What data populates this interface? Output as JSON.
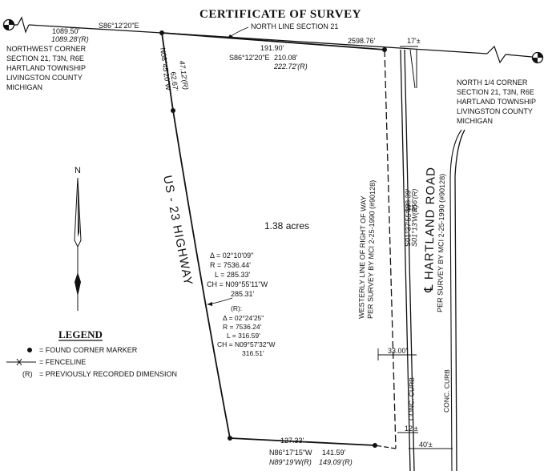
{
  "title": "CERTIFICATE OF SURVEY",
  "north_line": {
    "bearing": "S86°12'20\"E",
    "label": "NORTH LINE SECTION 21",
    "dist_left": "1089.50'",
    "dist_left_recorded": "1089.28'(R)",
    "dist_mid": "191.90'",
    "dist_total": "2598.76'",
    "bearing_lot": "S86°12'20\"E",
    "dist_lot": "210.08'",
    "dist_lot_recorded": "222.72'(R)",
    "width_17": "17'±"
  },
  "northwest_corner": {
    "lines": [
      "NORTHWEST CORNER",
      "SECTION 21, T3N, R6E",
      "HARTLAND TOWNSHIP",
      "LIVINGSTON COUNTY",
      "MICHIGAN"
    ]
  },
  "north_quarter_corner": {
    "lines": [
      "NORTH 1/4 CORNER",
      "SECTION 21, T3N, R6E",
      "HARTLAND TOWNSHIP",
      "LIVINGSTON COUNTY",
      "MICHIGAN"
    ]
  },
  "west_line": {
    "bearing": "N08°45'20\"W",
    "dist_recorded": "47.12'(R)",
    "dist": "62.67'"
  },
  "highway_label": "US - 23 HIGHWAY",
  "road_label": "℄ HARTLAND ROAD",
  "road_survey": "PER SURVEY BY MCI 2-25-1990 (#90128)",
  "row_label": "WESTERLY LINE OF RIGHT OF WAY",
  "row_survey": "PER SURVEY BY MCI 2-25-1990 (#90128)",
  "east_line": {
    "bearing": "S01°37'55\"W",
    "bearing_recorded": "S01°13'W(R)",
    "dist": "338.39'",
    "dist_recorded": "356'(R)"
  },
  "area": "1.38 acres",
  "curve": {
    "delta": "Δ = 02°10'09\"",
    "radius": "R = 7536.44'",
    "length": "L = 285.33'",
    "chord_bearing": "CH = N09°55'11\"W",
    "chord": "285.31'"
  },
  "curve_recorded": {
    "title": "(R):",
    "delta": "Δ = 02°24'25\"",
    "radius": "R = 7536.24'",
    "length": "L = 316.59'",
    "chord_bearing": "CH = N09°57'32\"W",
    "chord": "316.51'"
  },
  "south_line": {
    "dist_left": "127.33'",
    "bearing": "N86°17'15\"W",
    "dist": "141.59'",
    "bearing_recorded": "N89°19'W(R)",
    "dist_recorded": "149.09'(R)"
  },
  "road_dims": {
    "width_33": "33.00'",
    "width_12": "12'±",
    "width_40": "40'±"
  },
  "curb_label": "CONC. CURB",
  "north_arrow": "N",
  "legend": {
    "title": "LEGEND",
    "items": [
      {
        "symbol": "dot",
        "label": "= FOUND CORNER MARKER"
      },
      {
        "symbol": "fence",
        "label": "= FENCELINE"
      },
      {
        "symbol": "R",
        "label": "= PREVIOUSLY RECORDED DIMENSION"
      }
    ]
  }
}
